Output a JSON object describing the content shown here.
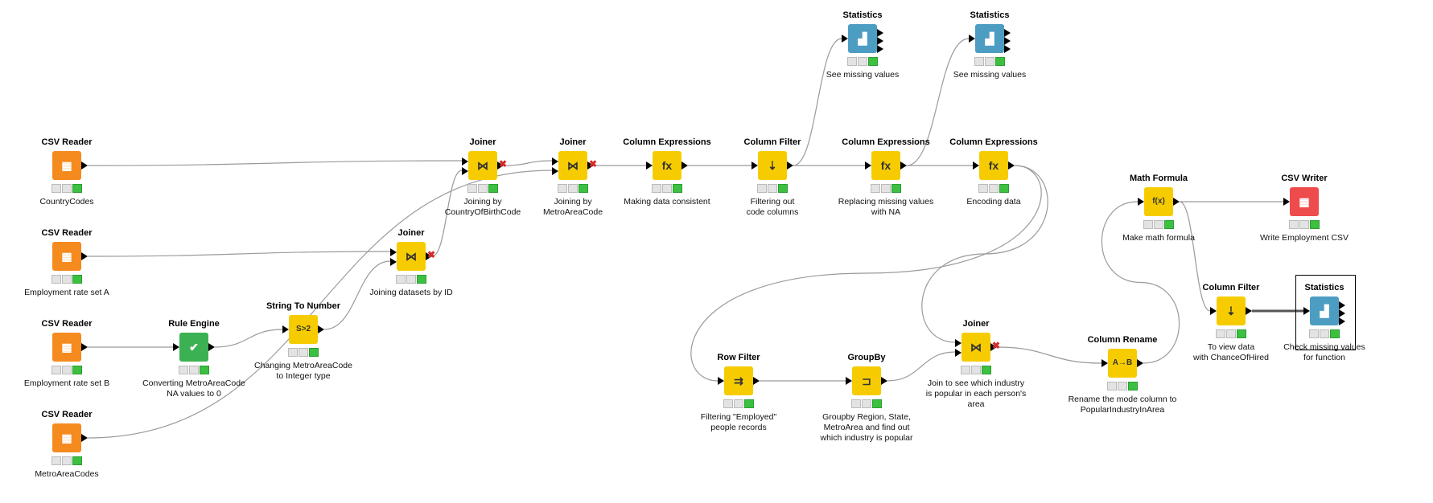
{
  "workflow": {
    "nodes": [
      {
        "title": "CSV Reader",
        "kind": "csv-reader",
        "color": "orange",
        "glyph": "▦",
        "status": [
          "idle",
          "idle",
          "done"
        ],
        "label": [
          "CountryCodes"
        ]
      },
      {
        "title": "CSV Reader",
        "kind": "csv-reader",
        "color": "orange",
        "glyph": "▦",
        "status": [
          "idle",
          "idle",
          "done"
        ],
        "label": [
          "Employment rate set A"
        ]
      },
      {
        "title": "CSV Reader",
        "kind": "csv-reader",
        "color": "orange",
        "glyph": "▦",
        "status": [
          "idle",
          "idle",
          "done"
        ],
        "label": [
          "Employment rate set B"
        ]
      },
      {
        "title": "CSV Reader",
        "kind": "csv-reader",
        "color": "orange",
        "glyph": "▦",
        "status": [
          "idle",
          "idle",
          "done"
        ],
        "label": [
          "MetroAreaCodes"
        ]
      },
      {
        "title": "Rule Engine",
        "kind": "rule-engine",
        "color": "green",
        "glyph": "✔",
        "status": [
          "idle",
          "idle",
          "done"
        ],
        "label": [
          "Converting MetroAreaCode",
          "NA values to 0"
        ]
      },
      {
        "title": "String To Number",
        "kind": "string-to-number",
        "color": "yellow",
        "glyph": "S>2",
        "status": [
          "idle",
          "idle",
          "done"
        ],
        "label": [
          "Changing MetroAreaCode",
          "to Integer type"
        ]
      },
      {
        "title": "Joiner",
        "kind": "joiner",
        "color": "yellow",
        "glyph": "⋈",
        "status": [
          "idle",
          "idle",
          "done"
        ],
        "label": [
          "Joining datasets by ID"
        ]
      },
      {
        "title": "Joiner",
        "kind": "joiner",
        "color": "yellow",
        "glyph": "⋈",
        "status": [
          "idle",
          "idle",
          "done"
        ],
        "label": [
          "Joining by",
          "CountryOfBirthCode"
        ]
      },
      {
        "title": "Joiner",
        "kind": "joiner",
        "color": "yellow",
        "glyph": "⋈",
        "status": [
          "idle",
          "idle",
          "done"
        ],
        "label": [
          "Joining by",
          "MetroAreaCode"
        ]
      },
      {
        "title": "Column Expressions",
        "kind": "column-expressions",
        "color": "yellow",
        "glyph": "fx",
        "status": [
          "idle",
          "idle",
          "done"
        ],
        "label": [
          "Making data consistent"
        ]
      },
      {
        "title": "Column Filter",
        "kind": "column-filter",
        "color": "yellow",
        "glyph": "⇣",
        "status": [
          "idle",
          "idle",
          "done"
        ],
        "label": [
          "Filtering out",
          "code columns"
        ]
      },
      {
        "title": "Statistics",
        "kind": "statistics",
        "color": "blue",
        "glyph": "▟",
        "status": [
          "idle",
          "idle",
          "done"
        ],
        "label": [
          "See missing values"
        ]
      },
      {
        "title": "Column Expressions",
        "kind": "column-expressions",
        "color": "yellow",
        "glyph": "fx",
        "status": [
          "idle",
          "idle",
          "done"
        ],
        "label": [
          "Replacing missing values",
          "with NA"
        ]
      },
      {
        "title": "Statistics",
        "kind": "statistics",
        "color": "blue",
        "glyph": "▟",
        "status": [
          "idle",
          "idle",
          "done"
        ],
        "label": [
          "See missing values"
        ]
      },
      {
        "title": "Column Expressions",
        "kind": "column-expressions",
        "color": "yellow",
        "glyph": "fx",
        "status": [
          "idle",
          "idle",
          "done"
        ],
        "label": [
          "Encoding data"
        ]
      },
      {
        "title": "Row Filter",
        "kind": "row-filter",
        "color": "yellow",
        "glyph": "⇉",
        "status": [
          "idle",
          "idle",
          "done"
        ],
        "label": [
          "Filtering \"Employed\"",
          "people records"
        ]
      },
      {
        "title": "GroupBy",
        "kind": "groupby",
        "color": "yellow",
        "glyph": "⊐",
        "status": [
          "idle",
          "idle",
          "done"
        ],
        "label": [
          "Groupby Region, State,",
          "MetroArea and find out",
          "which industry is popular"
        ]
      },
      {
        "title": "Joiner",
        "kind": "joiner",
        "color": "yellow",
        "glyph": "⋈",
        "status": [
          "idle",
          "idle",
          "done"
        ],
        "label": [
          "Join to see which industry",
          "is popular    in  each person's",
          "area"
        ]
      },
      {
        "title": "Column Rename",
        "kind": "column-rename",
        "color": "yellow",
        "glyph": "A→B",
        "status": [
          "idle",
          "idle",
          "done"
        ],
        "label": [
          "Rename the mode column to",
          "PopularIndustryInArea"
        ]
      },
      {
        "title": "Math Formula",
        "kind": "math-formula",
        "color": "yellow",
        "glyph": "f(x)",
        "status": [
          "idle",
          "idle",
          "done"
        ],
        "label": [
          "Make math formula"
        ]
      },
      {
        "title": "CSV Writer",
        "kind": "csv-writer",
        "color": "red",
        "glyph": "▦",
        "status": [
          "idle",
          "idle",
          "done"
        ],
        "label": [
          "Write Employment CSV"
        ]
      },
      {
        "title": "Column Filter",
        "kind": "column-filter",
        "color": "yellow",
        "glyph": "⇣",
        "status": [
          "idle",
          "idle",
          "done"
        ],
        "label": [
          "To view data",
          "with ChanceOfHired"
        ]
      },
      {
        "title": "Statistics",
        "kind": "statistics",
        "color": "blue",
        "glyph": "▟",
        "status": [
          "idle",
          "idle",
          "done"
        ],
        "label": [
          "Check missing values",
          "for function"
        ]
      }
    ]
  }
}
